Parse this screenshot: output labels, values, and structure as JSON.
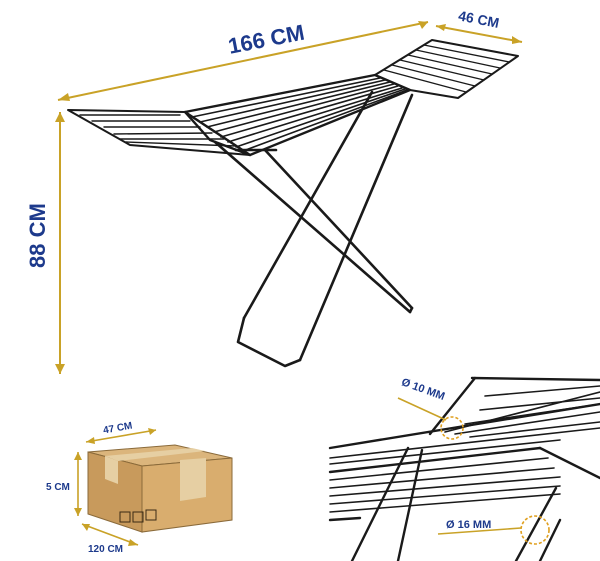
{
  "product": {
    "dimensions": {
      "length_label": "166 CM",
      "wing_label": "46 CM",
      "height_label": "88 CM"
    },
    "package": {
      "width_label": "47 CM",
      "height_label": "5 CM",
      "length_label": "120 CM"
    },
    "detail": {
      "tube_thin_label": "Ø 10 MM",
      "tube_thick_label": "Ø 16 MM"
    }
  },
  "colors": {
    "dimension_text": "#1d3a8c",
    "dimension_line": "#c9a227",
    "rack": "#1a1a1a",
    "box": "#c89a5c",
    "tape": "#e6cfa3"
  }
}
